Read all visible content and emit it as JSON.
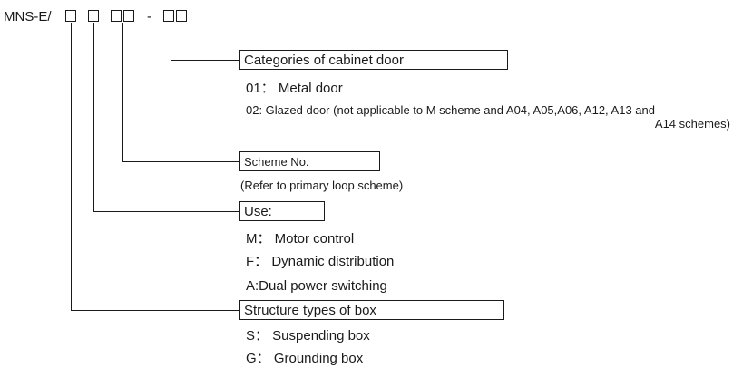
{
  "model_code": {
    "prefix": "MNS-E/",
    "dash": "-"
  },
  "fields": [
    {
      "title": "Categories of cabinet door",
      "options": [
        "01： Metal door",
        "02: Glazed door (not applicable to M scheme and A04, A05,A06, A12, A13 and",
        "A14 schemes)"
      ]
    },
    {
      "title": "Scheme No.",
      "options": [
        "(Refer to primary loop scheme)"
      ]
    },
    {
      "title": "Use:",
      "options": [
        "M： Motor control",
        "F： Dynamic distribution",
        "A:Dual power switching"
      ]
    },
    {
      "title": "Structure types of box",
      "options": [
        "S： Suspending box",
        "G： Grounding box"
      ]
    }
  ]
}
